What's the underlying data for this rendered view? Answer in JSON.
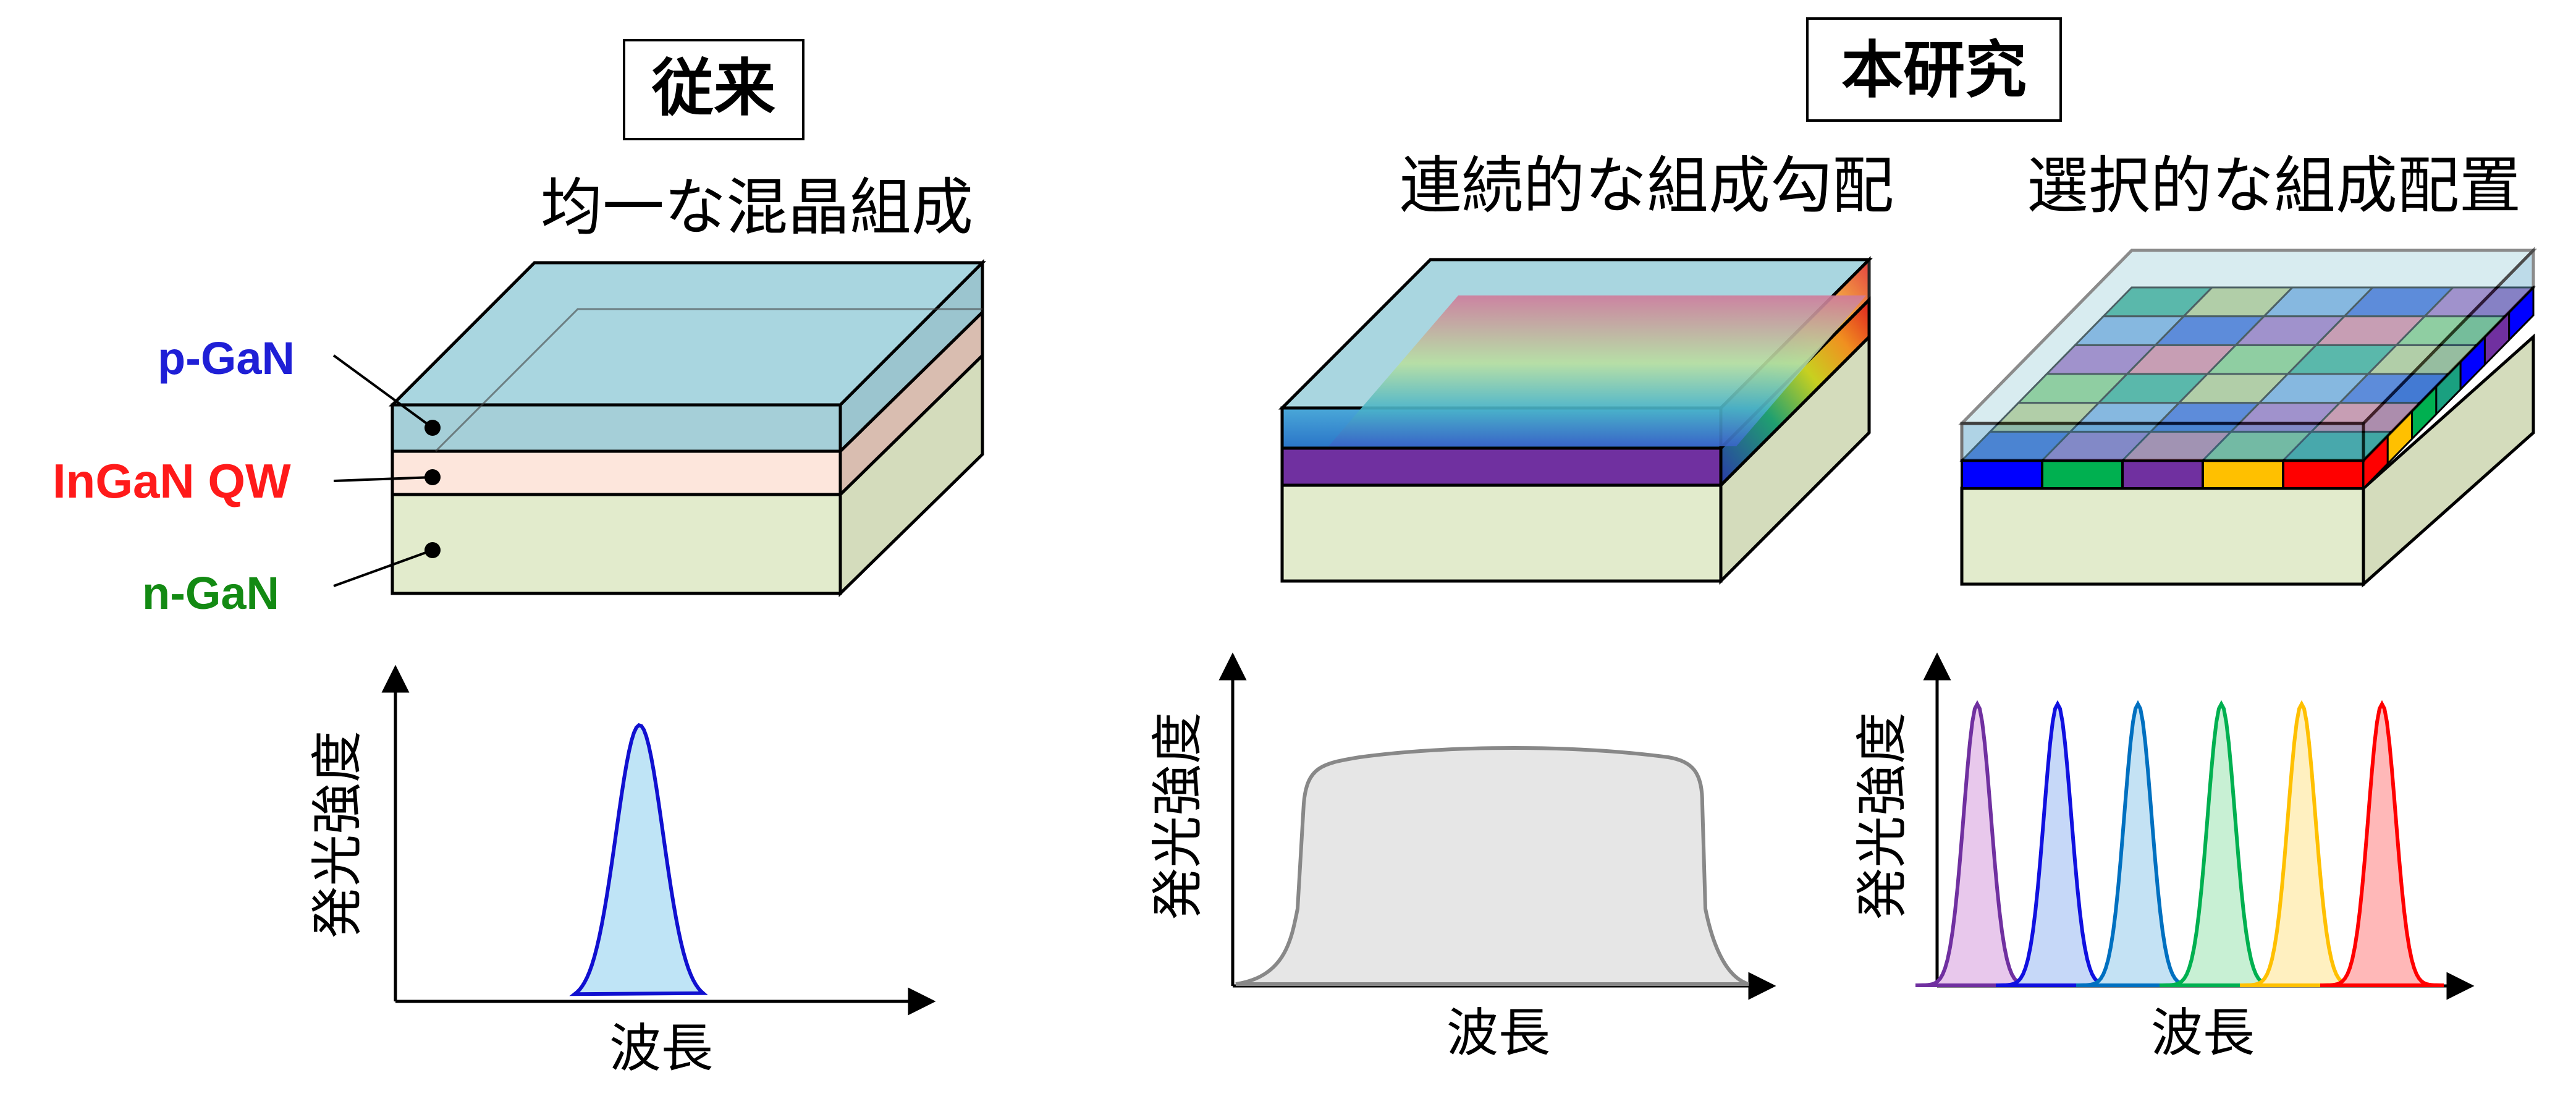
{
  "conventional": {
    "badge": "従来",
    "subtitle": "均一な混晶組成",
    "layers": {
      "p": {
        "label": "p-GaN",
        "color": "#1f1fd6"
      },
      "qw": {
        "label": "InGaN QW",
        "color": "#ff1a1a"
      },
      "n": {
        "label": "n-GaN",
        "color": "#138a13"
      }
    },
    "ylabel": "発光強度",
    "xlabel": "波長"
  },
  "this_study": {
    "badge": "本研究",
    "gradient": {
      "subtitle": "連続的な組成勾配",
      "ylabel": "発光強度",
      "xlabel": "波長"
    },
    "selective": {
      "subtitle": "選択的な組成配置",
      "ylabel": "発光強度",
      "xlabel": "波長"
    }
  },
  "colors": {
    "p_layer_fill": "#a9d6e0",
    "qw_fill": "#fde6dc",
    "n_layer_fill": "#e2ebcc",
    "purple_layer": "#7030a0",
    "spectrum_blue": "#1010d0",
    "spectrum_fill": "#bfe4f6",
    "broad_fill": "#e6e6e6",
    "broad_stroke": "#888888",
    "peak_palette": [
      "#7030a0",
      "#1010e0",
      "#0070c0",
      "#00b050",
      "#ffc000",
      "#ff0000"
    ]
  }
}
